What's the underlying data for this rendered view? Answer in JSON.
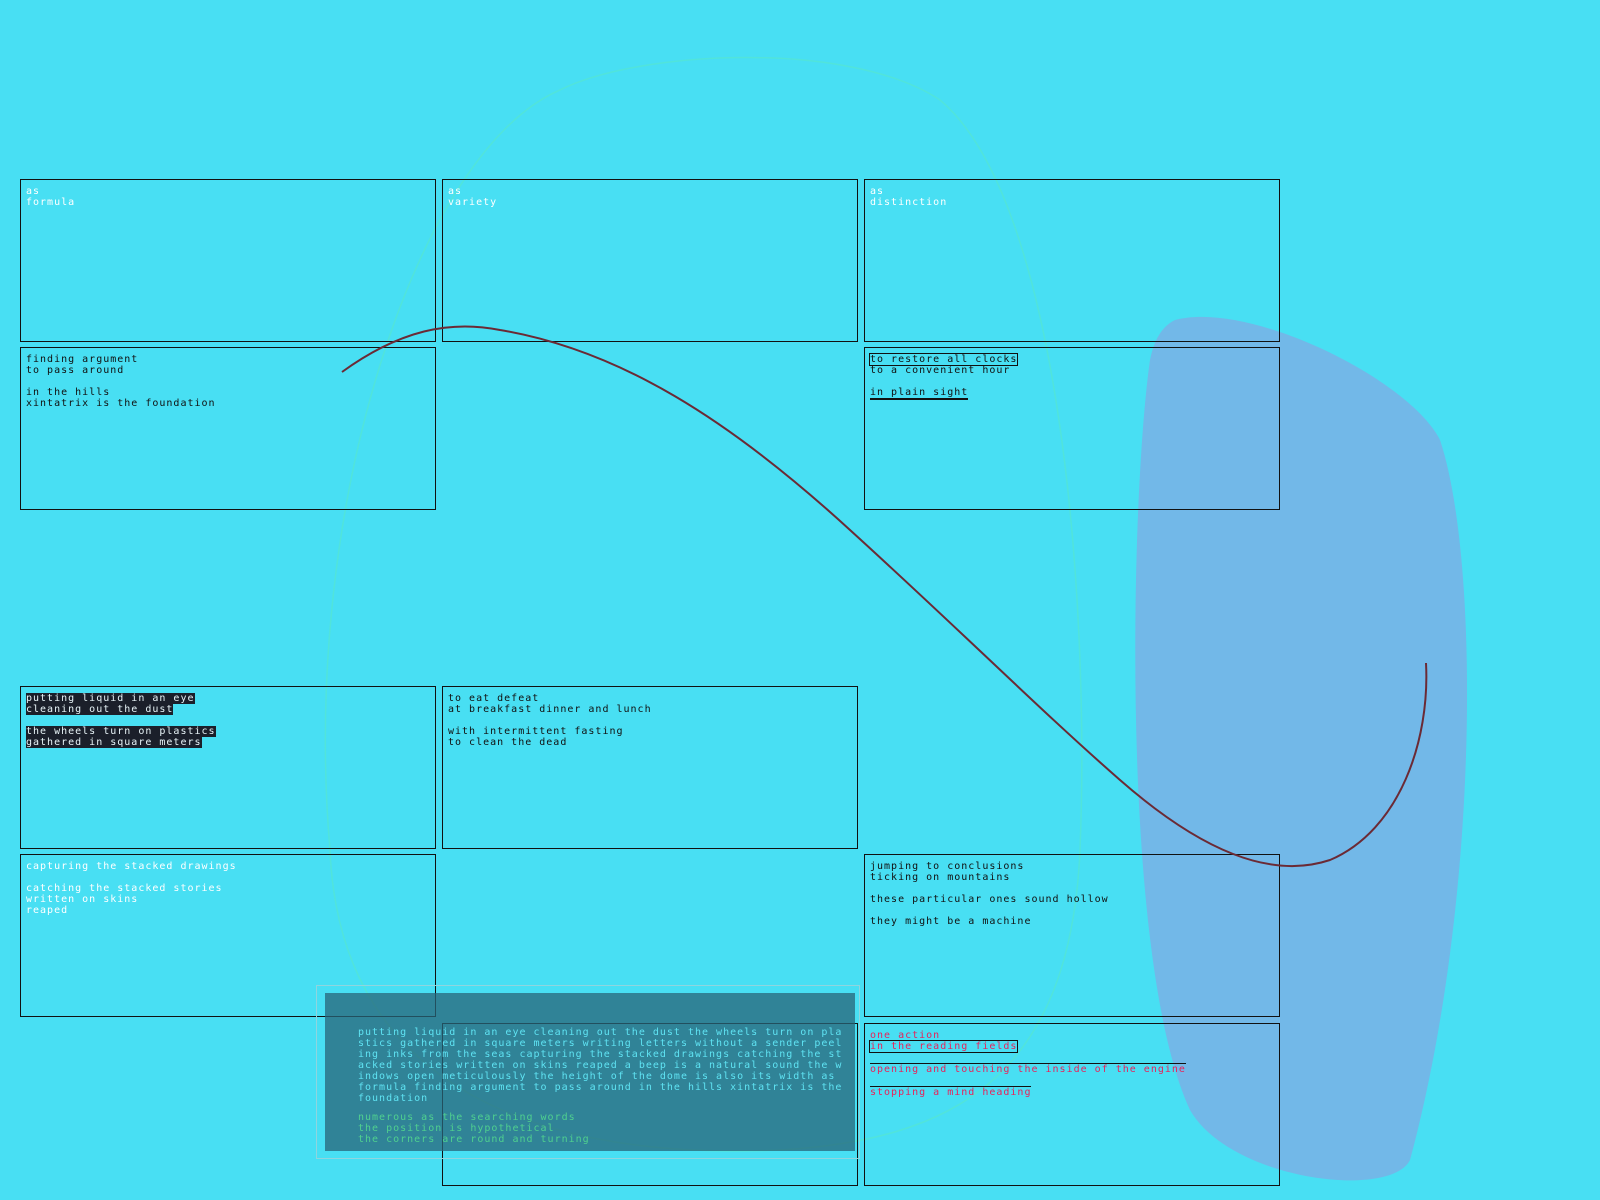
{
  "panels": [
    {
      "lines": [
        "as",
        "formula"
      ]
    },
    {
      "lines": [
        "as",
        "variety"
      ]
    },
    {
      "lines": [
        "as",
        "distinction"
      ]
    },
    {
      "lines": [
        "finding argument",
        "to pass around",
        "",
        "in the hills",
        "xintatrix is the foundation"
      ]
    },
    {
      "lines": [
        "to restore all clocks",
        "to a convenient hour",
        "",
        "in plain sight"
      ]
    },
    {
      "lines": [
        "putting liquid in an eye",
        "cleaning out the dust",
        "",
        "the wheels turn on plastics",
        "gathered in square meters"
      ]
    },
    {
      "lines": [
        "to eat defeat",
        "at breakfast dinner and lunch",
        "",
        "with intermittent fasting",
        "to clean the dead"
      ]
    },
    {
      "lines": [
        "capturing the stacked drawings",
        "",
        "catching the stacked stories",
        "written on skins",
        "reaped"
      ]
    },
    {
      "lines": [
        "jumping to conclusions",
        "ticking on mountains",
        "",
        "these particular ones sound hollow",
        "",
        "they might be a machine"
      ]
    },
    {
      "lines": [
        "one action",
        "in the reading fields",
        "",
        "opening and touching the inside of the engine",
        "",
        "stopping a mind heading"
      ]
    }
  ],
  "overlay": {
    "text": "putting liquid in an eye cleaning out the dust the wheels turn on plastics gathered in square meters writing letters without a sender peeling inks from the seas capturing the stacked drawings catching the stacked stories written on skins reaped a beep is a natural sound the windows open meticulously the height of the dome is also its width as formula finding argument to pass around in the hills xintatrix is the foundation",
    "ghost": [
      "numerous as the searching words",
      "the position is hypothetical",
      "the corners are round and turning"
    ]
  },
  "colors": {
    "background": "#48dff3",
    "blob": "#72b8e8",
    "curve": "#6b2a35",
    "pink": "#e8225a"
  }
}
